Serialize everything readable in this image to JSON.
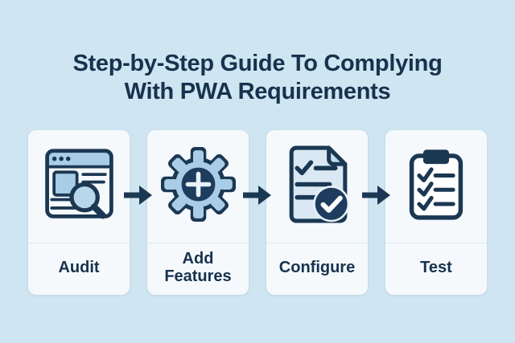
{
  "title": {
    "line1": "Step-by-Step Guide To Complying",
    "line2": "With PWA Requirements"
  },
  "steps": [
    {
      "label": "Audit",
      "icon": "browser-magnifier-icon"
    },
    {
      "label": "Add Features",
      "icon": "gear-plus-icon"
    },
    {
      "label": "Configure",
      "icon": "document-check-icon"
    },
    {
      "label": "Test",
      "icon": "clipboard-checklist-icon"
    }
  ],
  "connectors": [
    {
      "icon": "arrow-right-icon"
    },
    {
      "icon": "arrow-right-icon"
    },
    {
      "icon": "arrow-right-icon"
    }
  ],
  "colors": {
    "background": "#cfe5f1",
    "card": "#f5f9fc",
    "navy": "#1b3853",
    "title_text": "#17324d",
    "icon_light_blue": "#a9cde6",
    "document_fill": "#d9e8f3",
    "lens_fill": "#b9d7ec",
    "divider": "#dfeaf1",
    "plus_glyph": "#e9f2f9"
  }
}
